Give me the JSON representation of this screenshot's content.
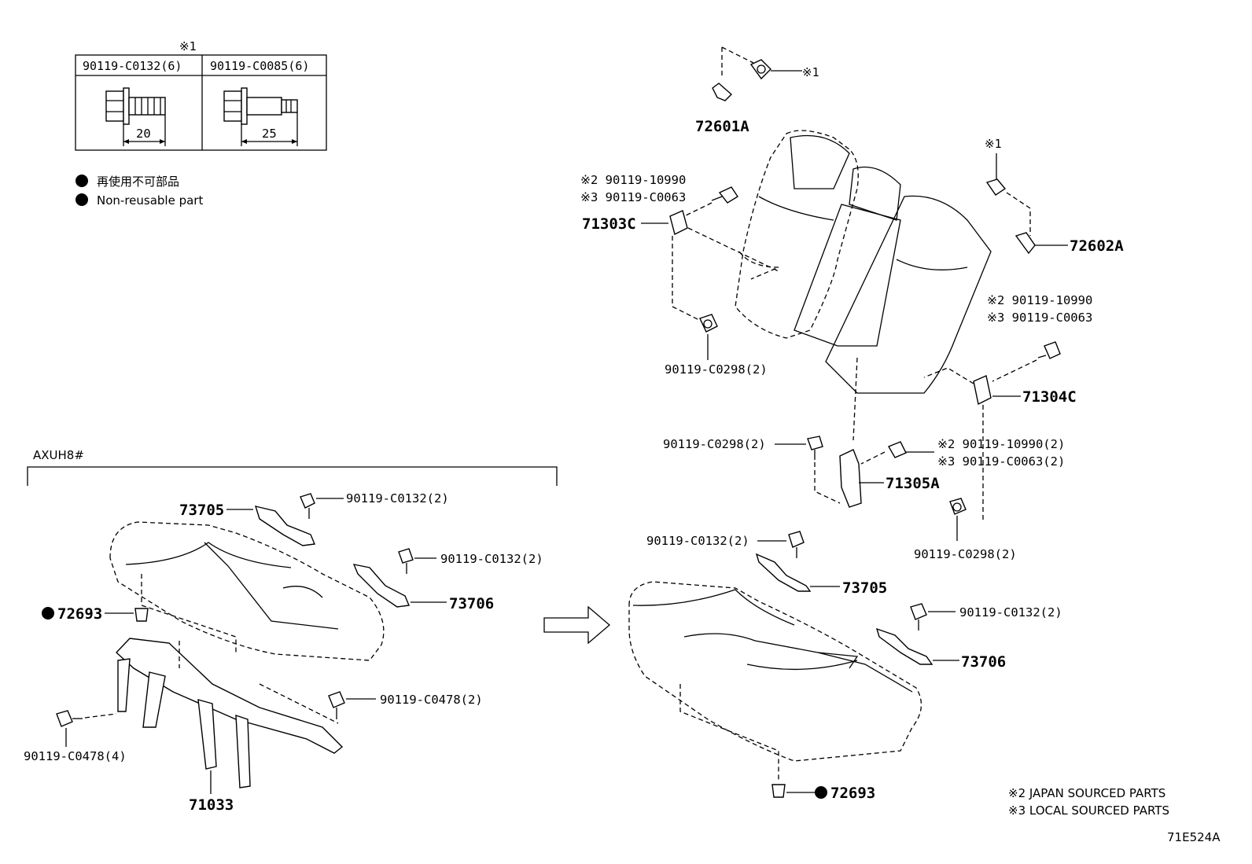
{
  "legend": {
    "note_mark": "※1",
    "bolt_a": {
      "label": "90119-C0132(6)",
      "length": "20"
    },
    "bolt_b": {
      "label": "90119-C0085(6)",
      "length": "25"
    },
    "non_reusable_ja": "再使用不可部品",
    "non_reusable_en": "Non-reusable part"
  },
  "variant_label": "AXUH8#",
  "parts": {
    "p72601A": "72601A",
    "p72602A": "72602A",
    "p71303C": "71303C",
    "p71304C": "71304C",
    "p71305A": "71305A",
    "p73705_left": "73705",
    "p73706_left": "73706",
    "p72693_left": "72693",
    "p71033": "71033",
    "p73705_right": "73705",
    "p73706_right": "73706",
    "p72693_right": "72693"
  },
  "bolts": {
    "top_note": "※1",
    "upper_right_note": "※1",
    "left_j": "※2 90119-10990",
    "left_l": "※3 90119-C0063",
    "left_lower": "90119-C0298(2)",
    "right_j": "※2 90119-10990",
    "right_l": "※3 90119-C0063",
    "center_left": "90119-C0298(2)",
    "center_j": "※2 90119-10990(2)",
    "center_l": "※3 90119-C0063(2)",
    "right_lower": "90119-C0298(2)",
    "lt_a": "90119-C0132(2)",
    "lt_b": "90119-C0132(2)",
    "lt_c": "90119-C0478(2)",
    "lt_d": "90119-C0478(4)",
    "rt_a": "90119-C0132(2)",
    "rt_b": "90119-C0132(2)"
  },
  "footnotes": {
    "n2": "※2 JAPAN SOURCED PARTS",
    "n3": "※3 LOCAL SOURCED PARTS"
  },
  "figure_code": "71E524A"
}
